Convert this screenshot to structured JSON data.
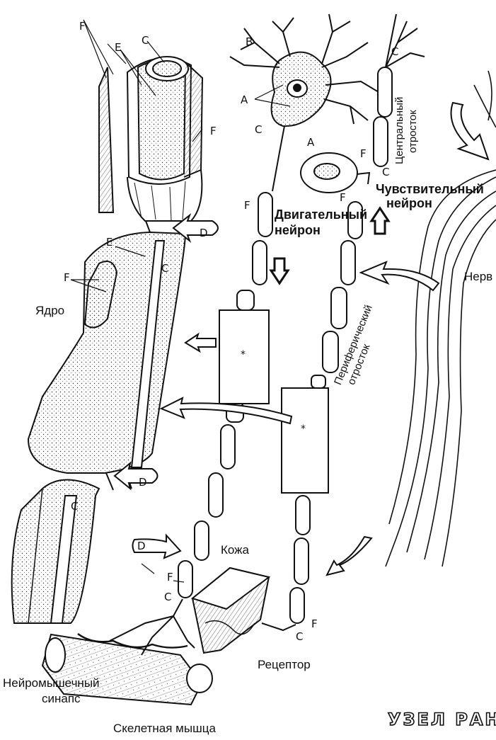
{
  "labels": {
    "yadro": "Ядро",
    "dvigatelny": "Двигательный",
    "neiron_motor": "нейрон",
    "chuvstvitelny": "Чувствительный",
    "neiron_sensory": "нейрон",
    "nerv": "Нерв",
    "kozha": "Кожа",
    "retseptor": "Рецептор",
    "neiromyshechny": "Нейромышечный",
    "sinaps": "синапс",
    "skeletnaya_myshtsa": "Скелетная мышца",
    "tsentralny": "Центральный",
    "otrostok_central": "отросток",
    "perifericheskiy": "Периферический",
    "otrostok_peripheral": "отросток"
  },
  "letters": {
    "A": "A",
    "B": "B",
    "C": "C",
    "D": "D",
    "E": "E",
    "F": "F"
  },
  "banner": "УЗЕЛ РАНВ"
}
